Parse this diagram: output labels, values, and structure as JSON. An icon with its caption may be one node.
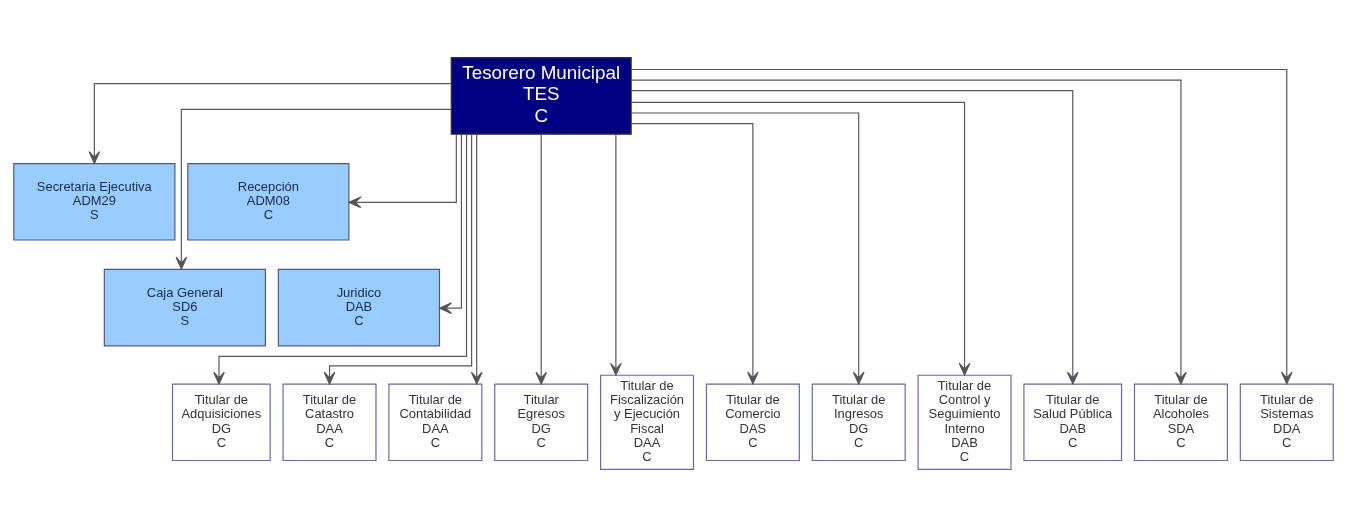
{
  "diagram": {
    "nodes": [
      {
        "text": [
          "Tesorero Municipal",
          "TES",
          "C"
        ]
      },
      {
        "text": [
          "Secretaria Ejecutiva",
          "ADM29",
          "S"
        ]
      },
      {
        "text": [
          "Recepción",
          "ADM08",
          "C"
        ]
      },
      {
        "text": [
          "Caja General",
          "SD6",
          "S"
        ]
      },
      {
        "text": [
          "Juridico",
          "DAB",
          "C"
        ]
      },
      {
        "text": [
          "Titular de Adquisiciones",
          "DG",
          "C"
        ]
      },
      {
        "text": [
          "Titular de Catastro",
          "DAA",
          "C"
        ]
      },
      {
        "text": [
          "Titular de Contabilidad",
          "DAA",
          "C"
        ]
      },
      {
        "text": [
          "Titular Egresos",
          "DG",
          "C"
        ]
      },
      {
        "text": [
          "Titular de Fiscalización y Ejecución Fiscal",
          "DAA",
          "C"
        ]
      },
      {
        "text": [
          "Titular de Comercio",
          "DAS",
          "C"
        ]
      },
      {
        "text": [
          "Titular de Ingresos",
          "DG",
          "C"
        ]
      },
      {
        "text": [
          "Titular de Control y Seguimiento Interno",
          "DAB",
          "C"
        ]
      },
      {
        "text": [
          "Titular de Salud Pública",
          "DAB",
          "C"
        ]
      },
      {
        "text": [
          "Titular de Alcoholes",
          "SDA",
          "C"
        ]
      },
      {
        "text": [
          "Titular de Sistemas",
          "DDA",
          "C"
        ]
      }
    ],
    "edges": [
      {
        "from": 0,
        "to": 1,
        "arrow": "to"
      },
      {
        "from": 0,
        "to": 2,
        "arrow": "to"
      },
      {
        "from": 0,
        "to": 3,
        "arrow": "to"
      },
      {
        "from": 0,
        "to": 4,
        "arrow": "to"
      },
      {
        "from": 0,
        "to": 5,
        "arrow": "to"
      },
      {
        "from": 0,
        "to": 6,
        "arrow": "to"
      },
      {
        "from": 0,
        "to": 7,
        "arrow": "to"
      },
      {
        "from": 0,
        "to": 8,
        "arrow": "to"
      },
      {
        "from": 0,
        "to": 9,
        "arrow": "to"
      },
      {
        "from": 0,
        "to": 10,
        "arrow": "to"
      },
      {
        "from": 0,
        "to": 11,
        "arrow": "to"
      },
      {
        "from": 0,
        "to": 12,
        "arrow": "to"
      },
      {
        "from": 0,
        "to": 13,
        "arrow": "to"
      },
      {
        "from": 0,
        "to": 14,
        "arrow": "to"
      },
      {
        "from": 0,
        "to": 15,
        "arrow": "to"
      }
    ]
  }
}
